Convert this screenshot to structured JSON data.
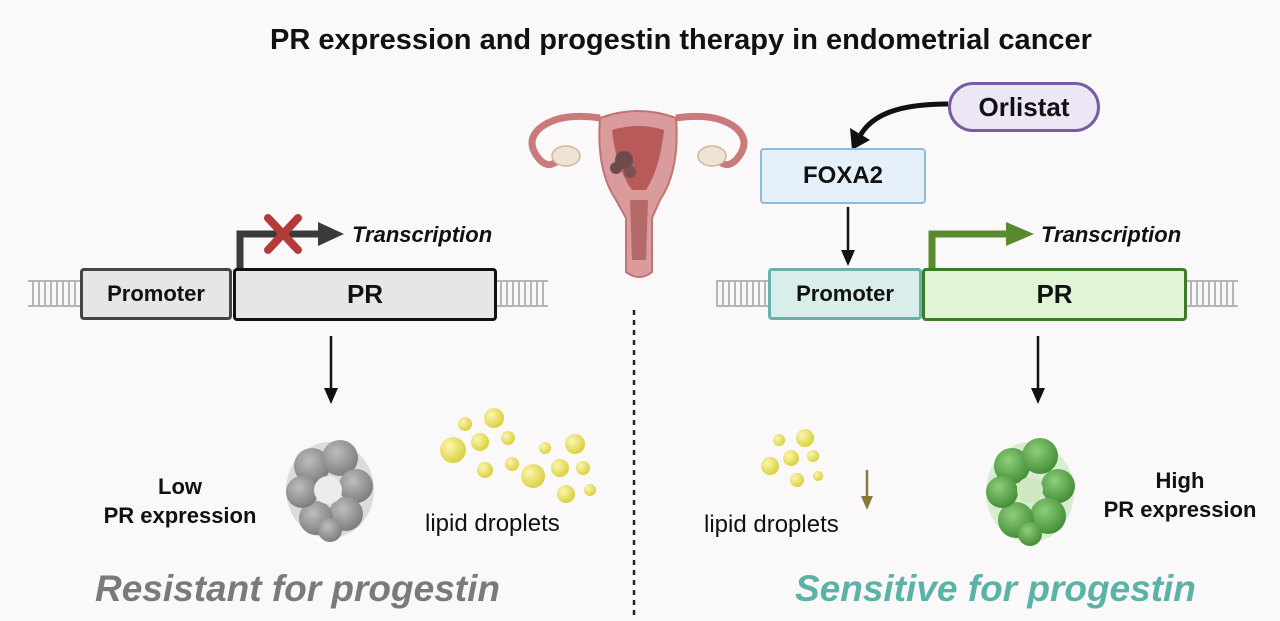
{
  "title": "PR expression and progestin therapy in endometrial cancer",
  "left": {
    "promoter_label": "Promoter",
    "gene_label": "PR",
    "transcription_label": "Transcription",
    "expression_line1": "Low",
    "expression_line2": "PR expression",
    "lipid_label": "lipid droplets",
    "outcome_label": "Resistant for progestin",
    "outcome_color": "#7a7a7a"
  },
  "right": {
    "drug_label": "Orlistat",
    "factor_label": "FOXA2",
    "promoter_label": "Promoter",
    "gene_label": "PR",
    "transcription_label": "Transcription",
    "expression_line1": "High",
    "expression_line2": "PR expression",
    "lipid_label": "lipid droplets",
    "outcome_label": "Sensitive for progestin",
    "outcome_color": "#5bb3a8"
  },
  "icons": {
    "uterus": "uterus-icon",
    "blocked": "red-x-icon",
    "protein_low": "gray-protein-icon",
    "protein_high": "green-protein-icon",
    "lipid": "lipid-droplet-icon",
    "decrease": "down-arrow-icon"
  }
}
